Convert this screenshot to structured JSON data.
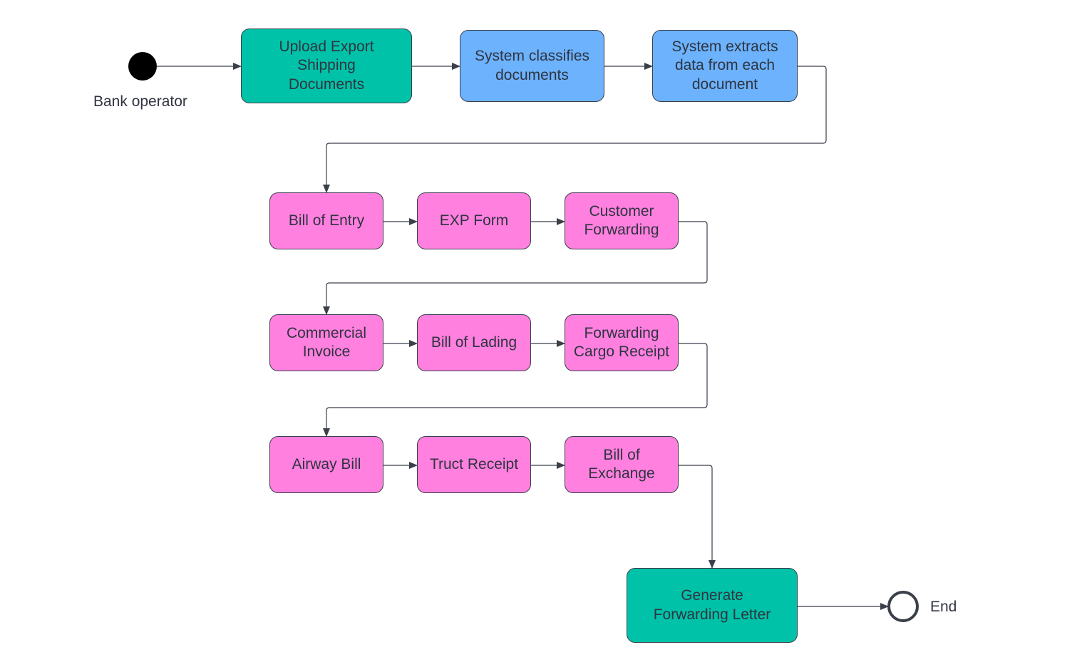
{
  "colors": {
    "start_end_step": "#00c2a8",
    "system_step": "#6cb2fd",
    "document_step": "#ff80df",
    "connector": "#3a3f4a",
    "text": "#2f3440"
  },
  "start": {
    "label": "Bank operator"
  },
  "end": {
    "label": "End"
  },
  "steps": {
    "upload": "Upload Export\nShipping\nDocuments",
    "classify": "System classifies\ndocuments",
    "extract": "System extracts\ndata from each\ndocument",
    "bill_of_entry": "Bill of Entry",
    "exp_form": "EXP Form",
    "customer_forwarding": "Customer\nForwarding",
    "commercial_invoice": "Commercial\nInvoice",
    "bill_of_lading": "Bill of Lading",
    "forwarding_cargo_receipt": "Forwarding\nCargo Receipt",
    "airway_bill": "Airway Bill",
    "truct_receipt": "Truct Receipt",
    "bill_of_exchange": "Bill of\nExchange",
    "generate_letter": "Generate\nForwarding Letter"
  }
}
